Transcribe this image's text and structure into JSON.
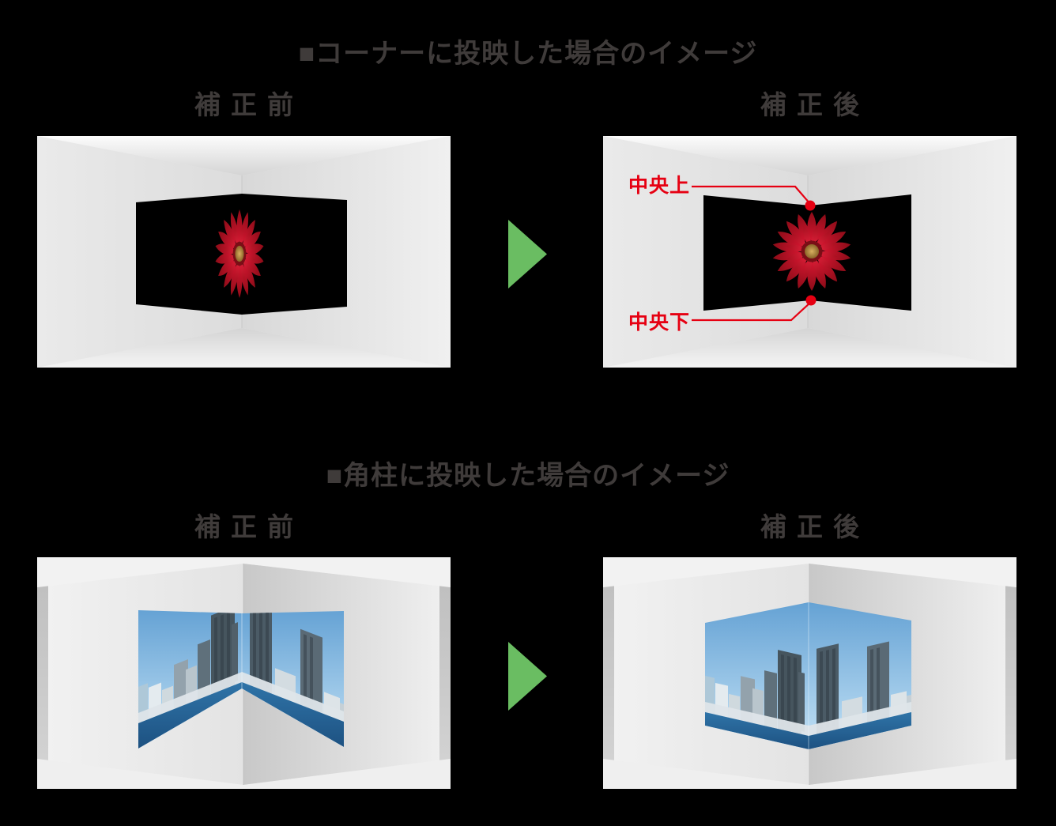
{
  "colors": {
    "accent_red": "#e60012",
    "arrow_green": "#6abd62",
    "heading_text": "#3f3b3a",
    "screen_black": "#000000"
  },
  "section_corner": {
    "title": "■コーナーに投映した場合のイメージ",
    "before_label": "補正前",
    "after_label": "補正後",
    "callout_top": "中央上",
    "callout_bottom": "中央下"
  },
  "section_pillar": {
    "title": "■角柱に投映した場合のイメージ",
    "before_label": "補正前",
    "after_label": "補正後"
  }
}
